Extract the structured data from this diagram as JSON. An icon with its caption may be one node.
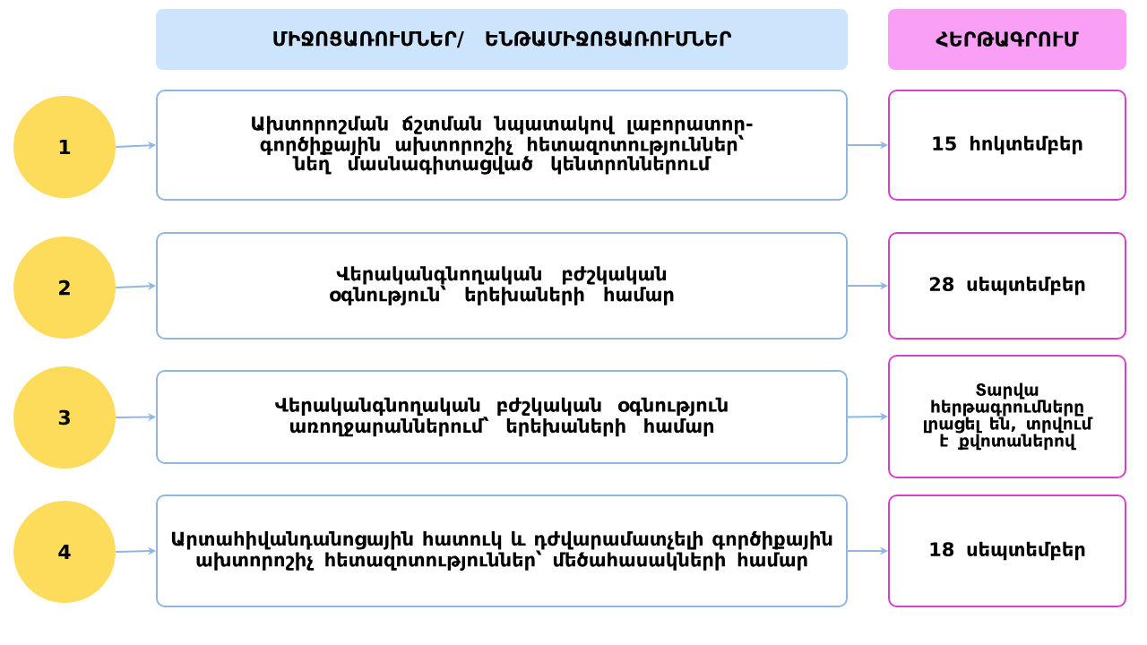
{
  "diagram": {
    "nodes": [
      {
        "text": [
          "ՄԻՋՈՑԱՌՈՒՄՆԵՐ/ ԵՆԹԱՄԻՋՈՑԱՌՈՒՄՆԵՐ"
        ]
      },
      {
        "text": [
          "ՀԵՐԹԱԳՐՈՒՄ"
        ]
      },
      {
        "text": [
          "1"
        ]
      },
      {
        "text": [
          "Ախտորոշման ճշտման նպատակով լաբորատոր-գործիքային ախտորոշիչ հետազոտություններ՝ նեղ մասնագիտացված կենտրոններում"
        ]
      },
      {
        "text": [
          "15 հոկտեմբեր"
        ]
      },
      {
        "text": [
          "2"
        ]
      },
      {
        "text": [
          "Վերականգնողական բժշկական օգնություն՝ երեխաների համար"
        ]
      },
      {
        "text": [
          "28 սեպտեմբեր"
        ]
      },
      {
        "text": [
          "3"
        ]
      },
      {
        "text": [
          "Վերականգնողական բժշկական օգնություն առողջարաններում՝ երեխաների համար"
        ]
      },
      {
        "text": [
          "Տարվա հերթագրումները լրացել են, տրվում է քվոտաներով"
        ]
      },
      {
        "text": [
          "4"
        ]
      },
      {
        "text": [
          "Արտահիվանդանոցային հատուկ և դժվարամատչելի գործիքային ախտորոշիչ հետազոտություններ՝ մեծահասակների համար"
        ]
      },
      {
        "text": [
          "18 սեպտեմբեր"
        ]
      }
    ],
    "edges": [
      {
        "from": 2,
        "to": 3,
        "arrow": "to"
      },
      {
        "from": 3,
        "to": 4,
        "arrow": "to"
      },
      {
        "from": 5,
        "to": 6,
        "arrow": "to"
      },
      {
        "from": 6,
        "to": 7,
        "arrow": "to"
      },
      {
        "from": 8,
        "to": 9,
        "arrow": "to"
      },
      {
        "from": 9,
        "to": 10,
        "arrow": "to"
      },
      {
        "from": 11,
        "to": 12,
        "arrow": "to"
      },
      {
        "from": 12,
        "to": 13,
        "arrow": "to"
      }
    ]
  }
}
